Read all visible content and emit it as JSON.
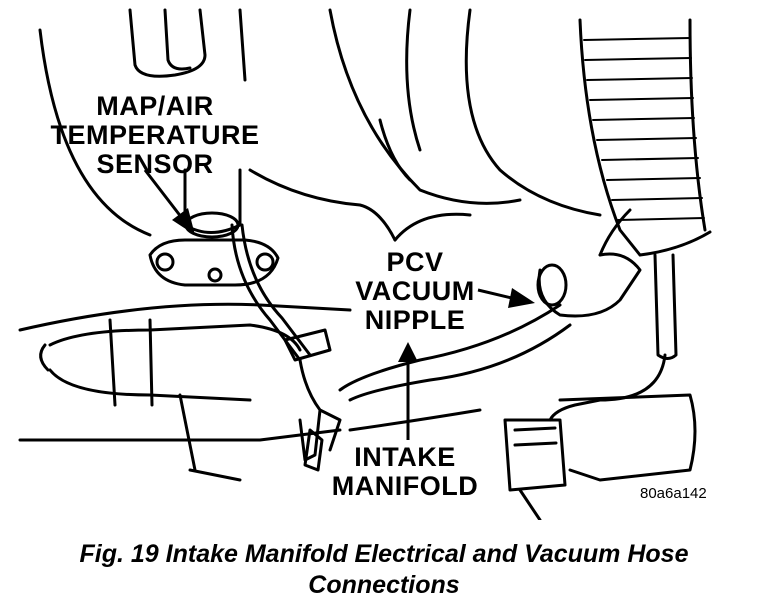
{
  "labels": {
    "map_sensor": [
      "MAP/AIR",
      "TEMPERATURE",
      "SENSOR"
    ],
    "pcv_nipple": [
      "PCV",
      "VACUUM",
      "NIPPLE"
    ],
    "intake_manifold": [
      "INTAKE",
      "MANIFOLD"
    ]
  },
  "figure_code": "80a6a142",
  "caption": {
    "line1": "Fig. 19 Intake Manifold Electrical and Vacuum Hose",
    "line2": "Connections"
  }
}
